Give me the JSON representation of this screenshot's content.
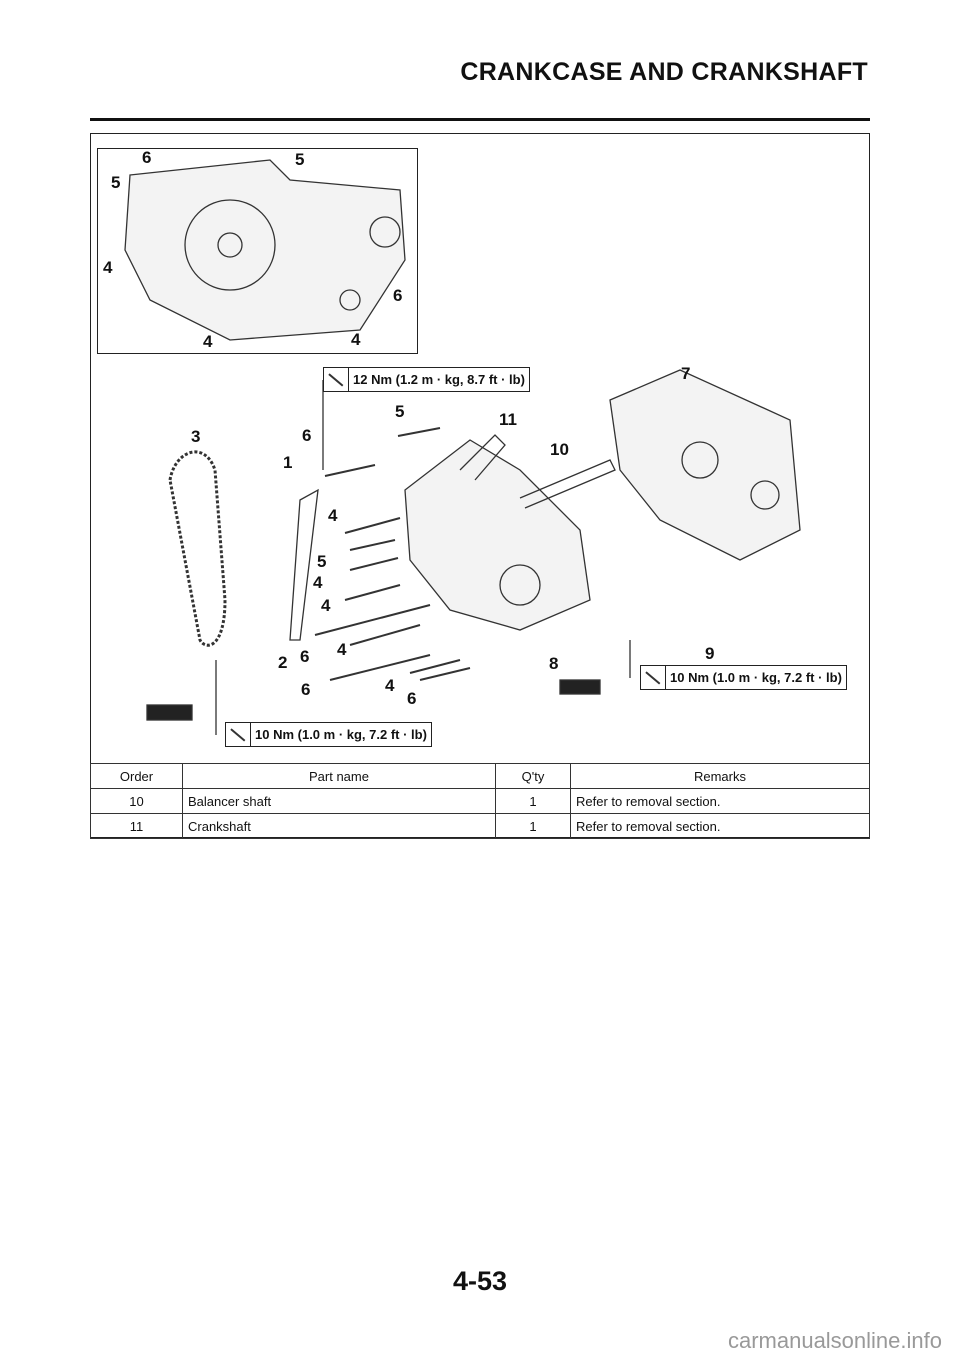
{
  "header": {
    "title": "CRANKCASE AND CRANKSHAFT"
  },
  "diagram": {
    "inset_callouts": [
      "6",
      "5",
      "5",
      "4",
      "6",
      "4",
      "4"
    ],
    "main_callouts": [
      "7",
      "5",
      "11",
      "6",
      "3",
      "10",
      "1",
      "4",
      "5",
      "4",
      "4",
      "6",
      "4",
      "2",
      "8",
      "9",
      "6",
      "4",
      "6"
    ],
    "torque_specs": [
      "12 Nm (1.2 m · kg, 8.7 ft · lb)",
      "10 Nm (1.0 m · kg, 7.2 ft · lb)",
      "10 Nm (1.0 m · kg, 7.2 ft · lb)"
    ]
  },
  "table": {
    "headers": [
      "Order",
      "Part name",
      "Q'ty",
      "Remarks"
    ],
    "rows": [
      [
        "10",
        "Balancer shaft",
        "1",
        "Refer to removal section."
      ],
      [
        "11",
        "Crankshaft",
        "1",
        "Refer to removal section."
      ]
    ]
  },
  "footer": {
    "page_number": "4-53",
    "watermark": "carmanualsonline.info"
  }
}
